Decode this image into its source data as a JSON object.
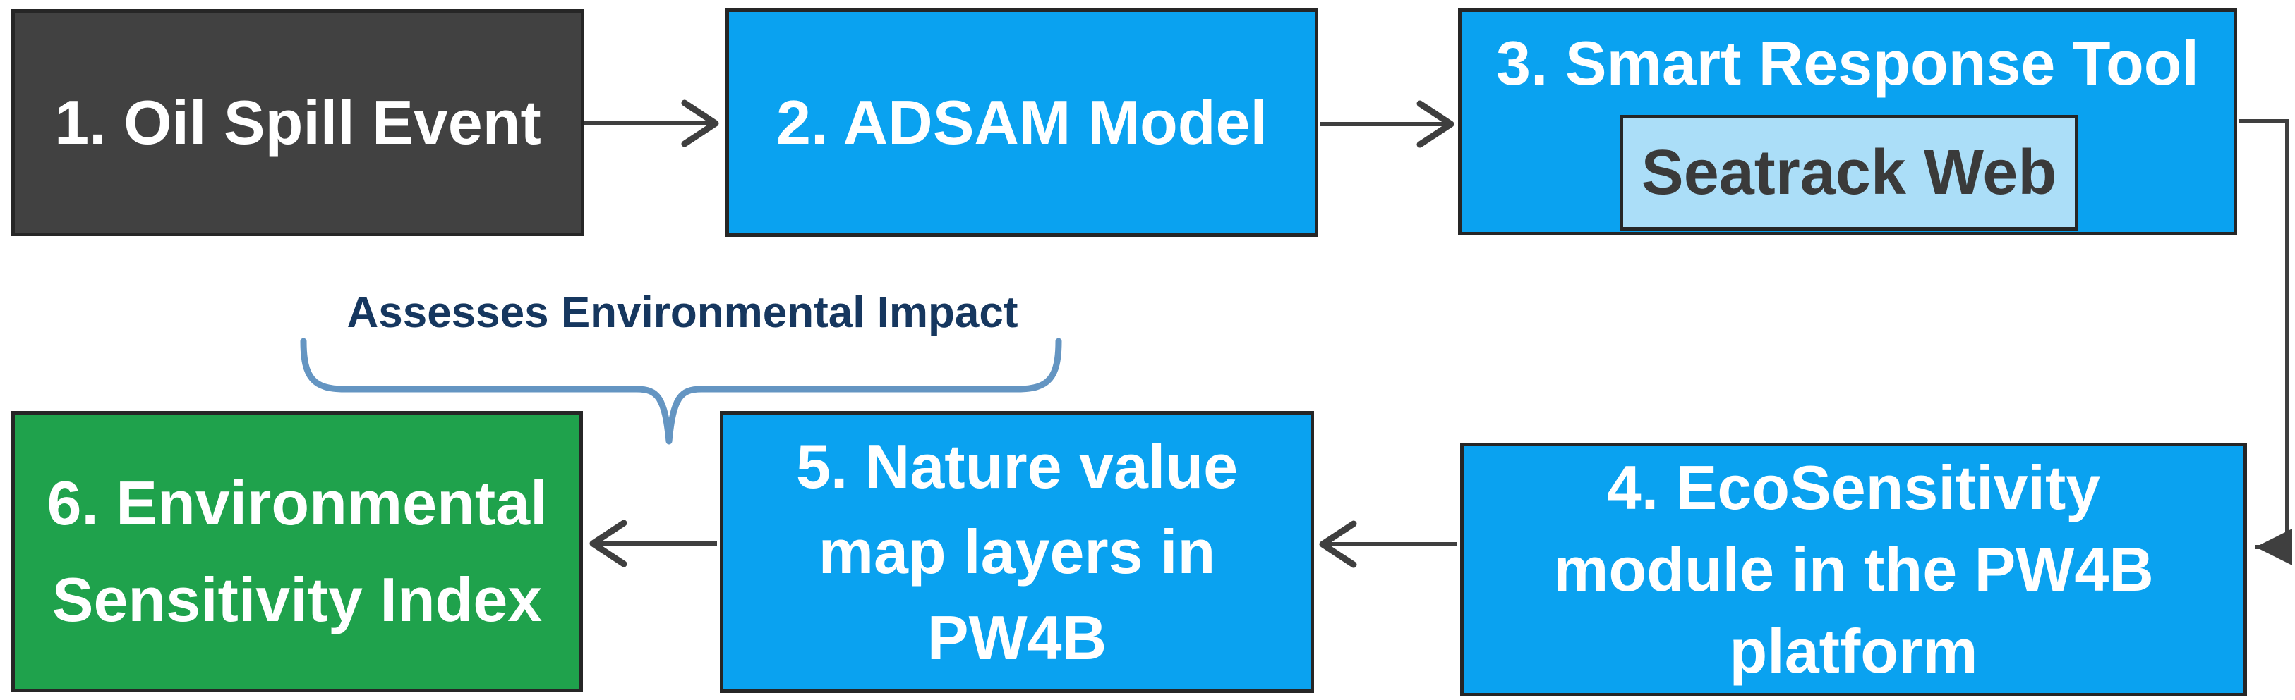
{
  "flowchart": {
    "background_color": "#ffffff",
    "boxes": [
      {
        "id": "1",
        "label": "1. Oil Spill Event",
        "fill": "#414141",
        "text_color": "#ffffff"
      },
      {
        "id": "2",
        "label": "2. ADSAM Model",
        "fill": "#0aa2f0",
        "text_color": "#ffffff"
      },
      {
        "id": "3",
        "label": "3. Smart Response Tool",
        "sub_label": "Seatrack Web",
        "fill": "#0aa2f0",
        "text_color": "#ffffff",
        "sub_fill": "#abdef8",
        "sub_text_color": "#3a3a3a"
      },
      {
        "id": "4",
        "label": "4. EcoSensitivity module in the PW4B platform",
        "lines": [
          "4. EcoSensitivity",
          "module in the PW4B",
          "platform"
        ],
        "fill": "#0aa2f0",
        "text_color": "#ffffff"
      },
      {
        "id": "5",
        "label": "5. Nature value map layers in PW4B",
        "lines": [
          "5. Nature value",
          "map layers in",
          "PW4B"
        ],
        "fill": "#0aa2f0",
        "text_color": "#ffffff"
      },
      {
        "id": "6",
        "label": "6. Environmental Sensitivity Index",
        "lines": [
          "6. Environmental",
          "Sensitivity Index"
        ],
        "fill": "#1fa24c",
        "text_color": "#ffffff"
      }
    ],
    "annotation": {
      "label": "Assesses Environmental Impact",
      "text_color": "#16375f",
      "brace_color": "#6495c2",
      "points_to": "5. Nature value map layers in PW4B"
    },
    "arrows": [
      {
        "from": "1. Oil Spill Event",
        "to": "2. ADSAM Model",
        "head": "open"
      },
      {
        "from": "2. ADSAM Model",
        "to": "3. Smart Response Tool",
        "head": "open"
      },
      {
        "from": "3. Smart Response Tool",
        "to": "4. EcoSensitivity module in the PW4B platform",
        "head": "filled"
      },
      {
        "from": "4. EcoSensitivity module in the PW4B platform",
        "to": "5. Nature value map layers in PW4B",
        "head": "open"
      },
      {
        "from": "5. Nature value map layers in PW4B",
        "to": "6. Environmental Sensitivity Index",
        "head": "open"
      }
    ],
    "arrow_color": "#3f3f3f",
    "border_color": "#262626"
  }
}
